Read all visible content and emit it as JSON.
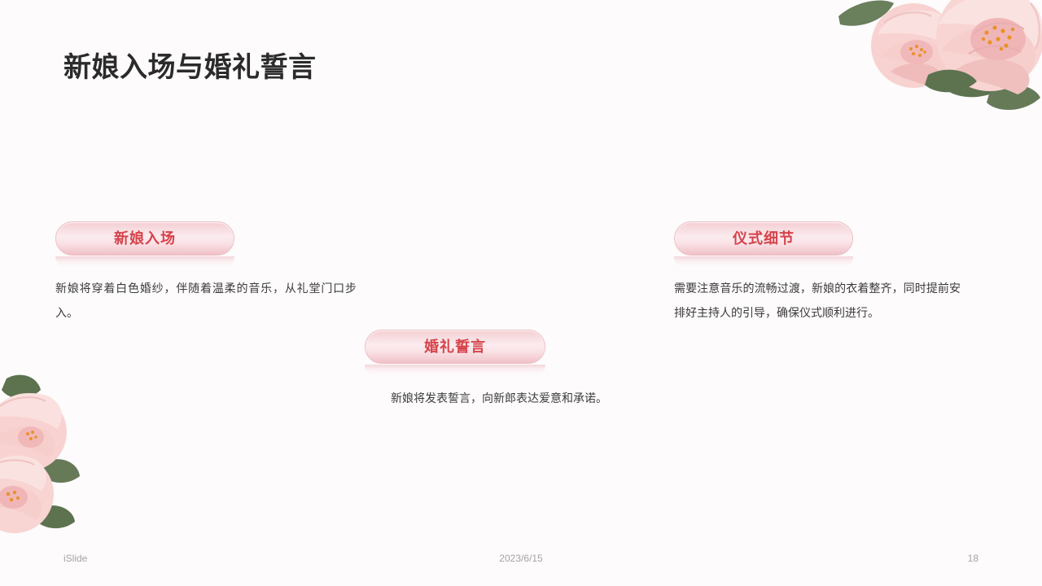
{
  "slide": {
    "title": "新娘入场与婚礼誓言",
    "background_color": "#fdfbfc",
    "accent_color": "#d6424a",
    "badge_color": "#f3cdd2"
  },
  "blocks": [
    {
      "badge_label": "新娘入场",
      "body": "新娘将穿着白色婚纱，伴随着温柔的音乐，从礼堂门口步入。"
    },
    {
      "badge_label": "婚礼誓言",
      "body": "新娘将发表誓言，向新郎表达爱意和承诺。"
    },
    {
      "badge_label": "仪式细节",
      "body": "需要注意音乐的流畅过渡，新娘的衣着整齐，同时提前安排好主持人的引导，确保仪式顺利进行。"
    }
  ],
  "footer": {
    "brand": "iSlide",
    "date": "2023/6/15",
    "page_number": "18"
  },
  "decorations": {
    "top_right": "peony-flowers",
    "bottom_left": "peony-flowers",
    "petal_light": "#fae0de",
    "petal_mid": "#f6cfcd",
    "petal_deep": "#efb8b8",
    "leaf_color": "#5d7350",
    "stamen_color": "#e8922a"
  }
}
